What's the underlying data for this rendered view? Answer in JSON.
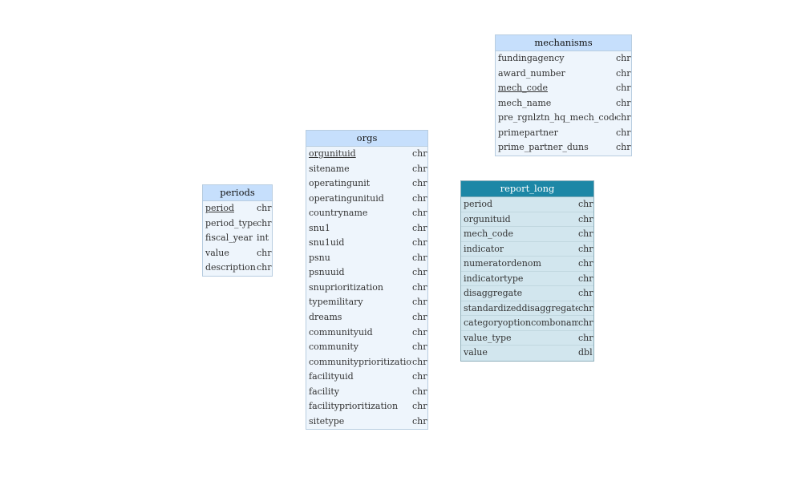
{
  "tables": {
    "mechanisms": {
      "name": "mechanisms",
      "columns": [
        {
          "name": "fundingagency",
          "type": "chr",
          "key": false
        },
        {
          "name": "award_number",
          "type": "chr",
          "key": false
        },
        {
          "name": "mech_code",
          "type": "chr",
          "key": true
        },
        {
          "name": "mech_name",
          "type": "chr",
          "key": false
        },
        {
          "name": "pre_rgnlztn_hq_mech_code",
          "type": "chr",
          "key": false
        },
        {
          "name": "primepartner",
          "type": "chr",
          "key": false
        },
        {
          "name": "prime_partner_duns",
          "type": "chr",
          "key": false
        }
      ]
    },
    "orgs": {
      "name": "orgs",
      "columns": [
        {
          "name": "orgunituid",
          "type": "chr",
          "key": true
        },
        {
          "name": "sitename",
          "type": "chr",
          "key": false
        },
        {
          "name": "operatingunit",
          "type": "chr",
          "key": false
        },
        {
          "name": "operatingunituid",
          "type": "chr",
          "key": false
        },
        {
          "name": "countryname",
          "type": "chr",
          "key": false
        },
        {
          "name": "snu1",
          "type": "chr",
          "key": false
        },
        {
          "name": "snu1uid",
          "type": "chr",
          "key": false
        },
        {
          "name": "psnu",
          "type": "chr",
          "key": false
        },
        {
          "name": "psnuuid",
          "type": "chr",
          "key": false
        },
        {
          "name": "snuprioritization",
          "type": "chr",
          "key": false
        },
        {
          "name": "typemilitary",
          "type": "chr",
          "key": false
        },
        {
          "name": "dreams",
          "type": "chr",
          "key": false
        },
        {
          "name": "communityuid",
          "type": "chr",
          "key": false
        },
        {
          "name": "community",
          "type": "chr",
          "key": false
        },
        {
          "name": "communityprioritization",
          "type": "chr",
          "key": false
        },
        {
          "name": "facilityuid",
          "type": "chr",
          "key": false
        },
        {
          "name": "facility",
          "type": "chr",
          "key": false
        },
        {
          "name": "facilityprioritization",
          "type": "chr",
          "key": false
        },
        {
          "name": "sitetype",
          "type": "chr",
          "key": false
        }
      ]
    },
    "periods": {
      "name": "periods",
      "columns": [
        {
          "name": "period",
          "type": "chr",
          "key": true
        },
        {
          "name": "period_type",
          "type": "chr",
          "key": false
        },
        {
          "name": "fiscal_year",
          "type": "int",
          "key": false
        },
        {
          "name": "value",
          "type": "chr",
          "key": false
        },
        {
          "name": "description",
          "type": "chr",
          "key": false
        }
      ]
    },
    "report_long": {
      "name": "report_long",
      "selected": true,
      "columns": [
        {
          "name": "period",
          "type": "chr",
          "key": false
        },
        {
          "name": "orgunituid",
          "type": "chr",
          "key": false
        },
        {
          "name": "mech_code",
          "type": "chr",
          "key": false
        },
        {
          "name": "indicator",
          "type": "chr",
          "key": false
        },
        {
          "name": "numeratordenom",
          "type": "chr",
          "key": false
        },
        {
          "name": "indicatortype",
          "type": "chr",
          "key": false
        },
        {
          "name": "disaggregate",
          "type": "chr",
          "key": false
        },
        {
          "name": "standardizeddisaggregate",
          "type": "chr",
          "key": false
        },
        {
          "name": "categoryoptioncombonames",
          "type": "chr",
          "key": false
        },
        {
          "name": "value_type",
          "type": "chr",
          "key": false
        },
        {
          "name": "value",
          "type": "dbl",
          "key": false
        }
      ]
    }
  },
  "colors": {
    "header_bg": "#c6dffc",
    "body_bg": "#eef5fc",
    "selected_header_bg": "#1d87a6",
    "selected_body_bg": "#d2e6ee"
  }
}
